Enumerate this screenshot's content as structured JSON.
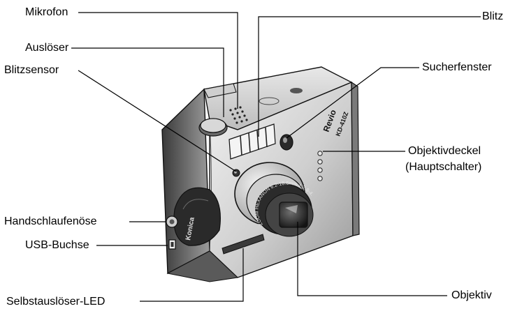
{
  "labels": {
    "mikrofon": "Mikrofon",
    "ausloeser": "Auslöser",
    "blitzsensor": "Blitzsensor",
    "handschlaufenoese": "Handschlaufenöse",
    "usb_buchse": "USB-Buchse",
    "selbstausloeser_led": "Selbstauslöser-LED",
    "blitz": "Blitz",
    "sucherfenster": "Sucherfenster",
    "objektivdeckel_line1": "Objektivdeckel",
    "objektivdeckel_line2": "(Hauptschalter)",
    "objektiv": "Objektiv"
  },
  "camera_markings": {
    "brand_front": "Revio",
    "model": "KD-410Z",
    "strap_brand": "Konica",
    "lens_ring": "ZOOM HEXANON 6.2-18.6mm 1:2.8-4.9"
  },
  "colors": {
    "line": "#000000",
    "body_dark": "#1e1e1e",
    "body_mid": "#8a8a8a",
    "body_light": "#d9d9d9"
  }
}
